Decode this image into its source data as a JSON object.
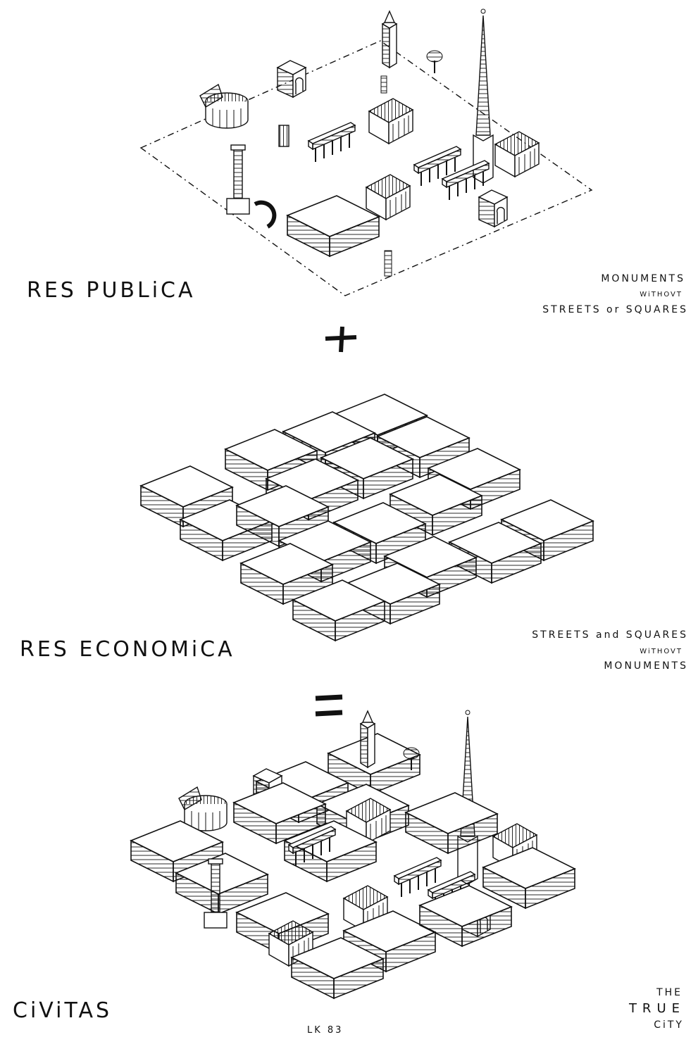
{
  "panels": {
    "res_publica": {
      "title": "RES PUBLiCA",
      "note_line1": "MONUMENTS",
      "note_line2": "WiTHOVT",
      "note_line3": "STREETS or SQUARES"
    },
    "res_economica": {
      "title": "RES ECONOMiCA",
      "note_line1": "STREETS and SQUARES",
      "note_line2": "WiTHOVT",
      "note_line3": "MONUMENTS"
    },
    "civitas": {
      "title": "CiViTAS",
      "note_line1": "THE",
      "note_line2": "TRUE",
      "note_line3": "CiTY"
    }
  },
  "operators": {
    "plus": "+",
    "equals": "="
  },
  "signature": "LK 83"
}
